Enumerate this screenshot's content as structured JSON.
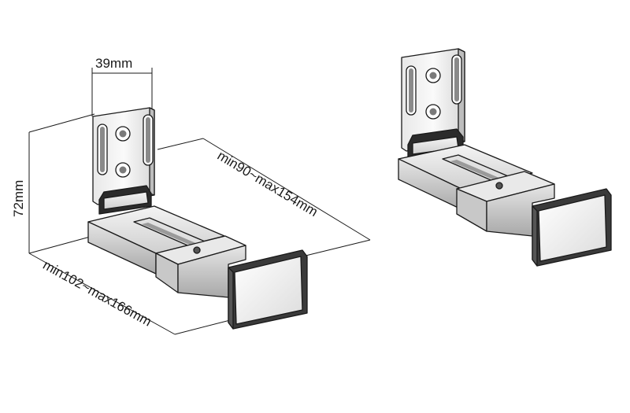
{
  "dimensions": {
    "width_label": "39mm",
    "height_label": "72mm",
    "depth_label": "min90~max154mm",
    "length_label": "min102~max166mm"
  },
  "colors": {
    "line": "#1a1a1a",
    "fill_light": "#f2f2f2",
    "fill_mid": "#d9d9d9",
    "fill_dark": "#9a9a9a",
    "highlight": "#ffffff"
  }
}
